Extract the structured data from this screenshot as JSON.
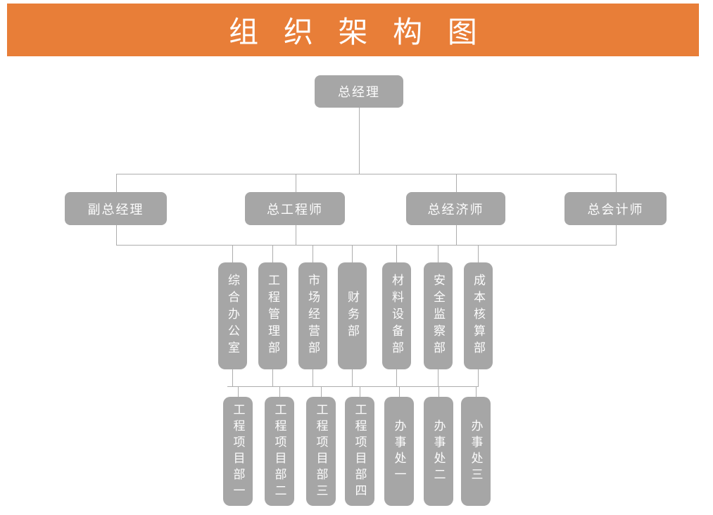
{
  "header": {
    "title": "组 织 架 构 图"
  },
  "colors": {
    "header_bg": "#E87E38",
    "node_bg": "#A6A6A6",
    "connector": "#ADADAD",
    "node_text": "#FFFFFF"
  },
  "org_chart": {
    "root": {
      "label": "总经理"
    },
    "executives": [
      {
        "label": "副总经理"
      },
      {
        "label": "总工程师"
      },
      {
        "label": "总经济师"
      },
      {
        "label": "总会计师"
      }
    ],
    "departments": [
      {
        "label": "综合办公室"
      },
      {
        "label": "工程管理部"
      },
      {
        "label": "市场经营部"
      },
      {
        "label": "财务部"
      },
      {
        "label": "材料设备部"
      },
      {
        "label": "安全监察部"
      },
      {
        "label": "成本核算部"
      }
    ],
    "project_units": [
      {
        "label": "工程项目部一"
      },
      {
        "label": "工程项目部二"
      },
      {
        "label": "工程项目部三"
      },
      {
        "label": "工程项目部四"
      },
      {
        "label": "办事处一"
      },
      {
        "label": "办事处二"
      },
      {
        "label": "办事处三"
      }
    ]
  }
}
